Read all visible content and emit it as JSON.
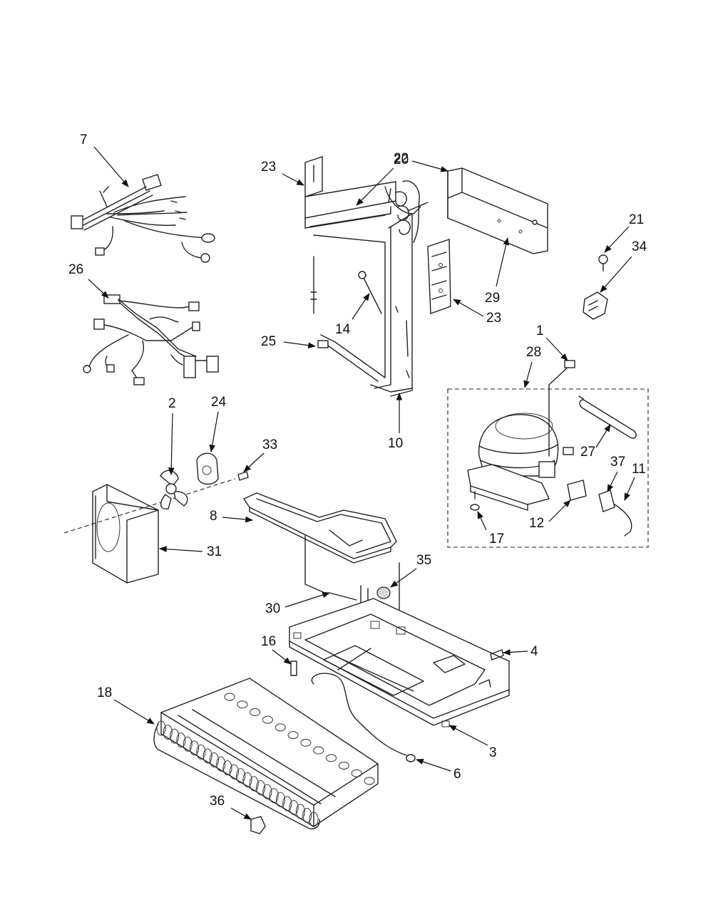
{
  "callouts": [
    {
      "id": "c7",
      "label": "7"
    },
    {
      "id": "c26",
      "label": "26"
    },
    {
      "id": "c23a",
      "label": "23"
    },
    {
      "id": "c22",
      "label": "22"
    },
    {
      "id": "c20",
      "label": "20"
    },
    {
      "id": "c21",
      "label": "21"
    },
    {
      "id": "c34",
      "label": "34"
    },
    {
      "id": "c29",
      "label": "29"
    },
    {
      "id": "c23b",
      "label": "23"
    },
    {
      "id": "c14",
      "label": "14"
    },
    {
      "id": "c25",
      "label": "25"
    },
    {
      "id": "c10",
      "label": "10"
    },
    {
      "id": "c1",
      "label": "1"
    },
    {
      "id": "c28",
      "label": "28"
    },
    {
      "id": "c27",
      "label": "27"
    },
    {
      "id": "c37",
      "label": "37"
    },
    {
      "id": "c11",
      "label": "11"
    },
    {
      "id": "c12",
      "label": "12"
    },
    {
      "id": "c17",
      "label": "17"
    },
    {
      "id": "c2",
      "label": "2"
    },
    {
      "id": "c24",
      "label": "24"
    },
    {
      "id": "c33",
      "label": "33"
    },
    {
      "id": "c8",
      "label": "8"
    },
    {
      "id": "c31",
      "label": "31"
    },
    {
      "id": "c35",
      "label": "35"
    },
    {
      "id": "c30",
      "label": "30"
    },
    {
      "id": "c16",
      "label": "16"
    },
    {
      "id": "c4",
      "label": "4"
    },
    {
      "id": "c18",
      "label": "18"
    },
    {
      "id": "c3",
      "label": "3"
    },
    {
      "id": "c6",
      "label": "6"
    },
    {
      "id": "c36",
      "label": "36"
    }
  ]
}
